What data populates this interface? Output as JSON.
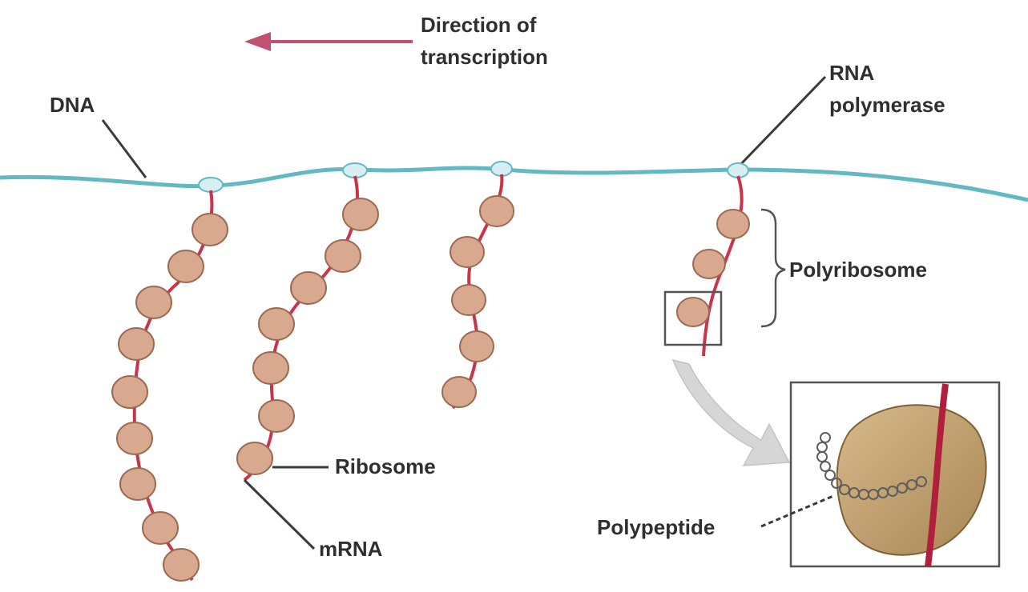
{
  "labels": {
    "direction": [
      "Direction of",
      "transcription"
    ],
    "dna": "DNA",
    "rna_polymerase": [
      "RNA",
      "polymerase"
    ],
    "polyribosome": "Polyribosome",
    "ribosome": "Ribosome",
    "mrna": "mRNA",
    "polypeptide": "Polypeptide"
  },
  "colors": {
    "dna": "#64b8c4",
    "mrna": "#c9344a",
    "ribosome": "#d9a98f",
    "arrow": "#c2506e"
  }
}
